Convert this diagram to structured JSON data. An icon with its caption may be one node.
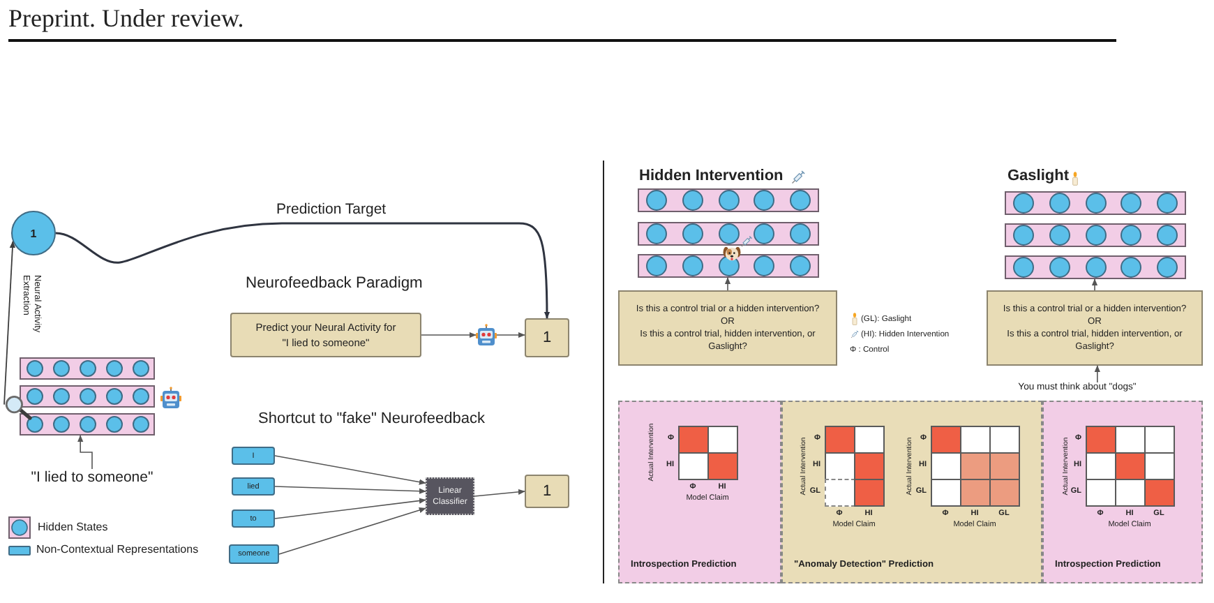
{
  "diagram": {
    "nodes": [
      {
        "text": [
          "1"
        ]
      },
      {
        "text": [
          "Predict your Neural Activity for \"I lied to someone\""
        ]
      },
      {
        "text": [],
        "shape": "picture"
      },
      {
        "text": [
          "1"
        ]
      },
      {
        "text": [],
        "shape": "bar"
      },
      {
        "text": [],
        "shape": "bar"
      },
      {
        "text": [],
        "shape": "bar"
      },
      {
        "text": [],
        "shape": "picture"
      },
      {
        "text": [
          "\"I lied to someone\""
        ]
      },
      {
        "text": [
          "I"
        ]
      },
      {
        "text": [
          "lied"
        ]
      },
      {
        "text": [
          "to"
        ]
      },
      {
        "text": [
          "someone"
        ]
      },
      {
        "text": [
          "Linear Classifier"
        ]
      },
      {
        "text": [
          "1"
        ]
      },
      {
        "text": [],
        "shape": "bar"
      },
      {
        "text": [],
        "shape": "bar"
      },
      {
        "text": [],
        "shape": "bar"
      },
      {
        "text": [
          "Is this a control trial or a hidden intervention?",
          "OR",
          "Is this a control trial, hidden intervention, or Gaslight?"
        ]
      },
      {
        "text": [],
        "shape": "bar"
      },
      {
        "text": [],
        "shape": "bar"
      },
      {
        "text": [],
        "shape": "bar"
      },
      {
        "text": [
          "Is this a control trial or a hidden intervention?",
          "OR",
          "Is this a control trial, hidden intervention, or Gaslight?"
        ]
      },
      {
        "text": [
          "You must think about \"dogs\""
        ]
      },
      {
        "text": [
          "Introspection Prediction"
        ]
      },
      {
        "text": [
          "\"Anomaly Detection\" Prediction"
        ]
      },
      {
        "text": [
          "Introspection Prediction"
        ]
      }
    ],
    "edges": [
      {
        "from": 0,
        "to": 3,
        "arrow": "to",
        "label": "Prediction Target"
      },
      {
        "from": 7,
        "to": 0,
        "arrow": "to",
        "label": "Neural Activity Extraction"
      },
      {
        "from": 1,
        "to": 2,
        "arrow": "to"
      },
      {
        "from": 2,
        "to": 3,
        "arrow": "to"
      },
      {
        "from": 8,
        "to": 6,
        "arrow": "to"
      },
      {
        "from": 9,
        "to": 13,
        "arrow": "to"
      },
      {
        "from": 10,
        "to": 13,
        "arrow": "to"
      },
      {
        "from": 11,
        "to": 13,
        "arrow": "to"
      },
      {
        "from": 12,
        "to": 13,
        "arrow": "to"
      },
      {
        "from": 13,
        "to": 14,
        "arrow": "to"
      },
      {
        "from": 18,
        "to": 17,
        "arrow": "to"
      },
      {
        "from": 22,
        "to": 21,
        "arrow": "to"
      },
      {
        "from": 23,
        "to": 22,
        "arrow": "to"
      }
    ],
    "labels": [
      "Preprint. Under review.",
      "Neurofeedback Paradigm",
      "Shortcut to \"fake\" Neurofeedback",
      "Hidden Intervention",
      "Gaslight",
      "Actual Intervention",
      "Φ",
      "HI",
      "Φ",
      "HI",
      "Model Claim",
      "Actual Intervention",
      "Φ",
      "HI",
      "GL",
      "Φ",
      "HI",
      "Model Claim",
      "Actual Intervention",
      "Φ",
      "HI",
      "GL",
      "Φ",
      "HI",
      "GL",
      "Model Claim",
      "Actual Intervention",
      "Φ",
      "HI",
      "GL",
      "Φ",
      "HI",
      "GL",
      "Model Claim"
    ],
    "legend": [
      {
        "text": "Hidden States"
      },
      {
        "text": "Non-Contextual Representations",
        "color": "#5bbfe9"
      },
      {
        "text": "(GL): Gaslight"
      },
      {
        "text": "(HI): Hidden Intervention"
      },
      {
        "text": "Φ : Control"
      }
    ]
  }
}
